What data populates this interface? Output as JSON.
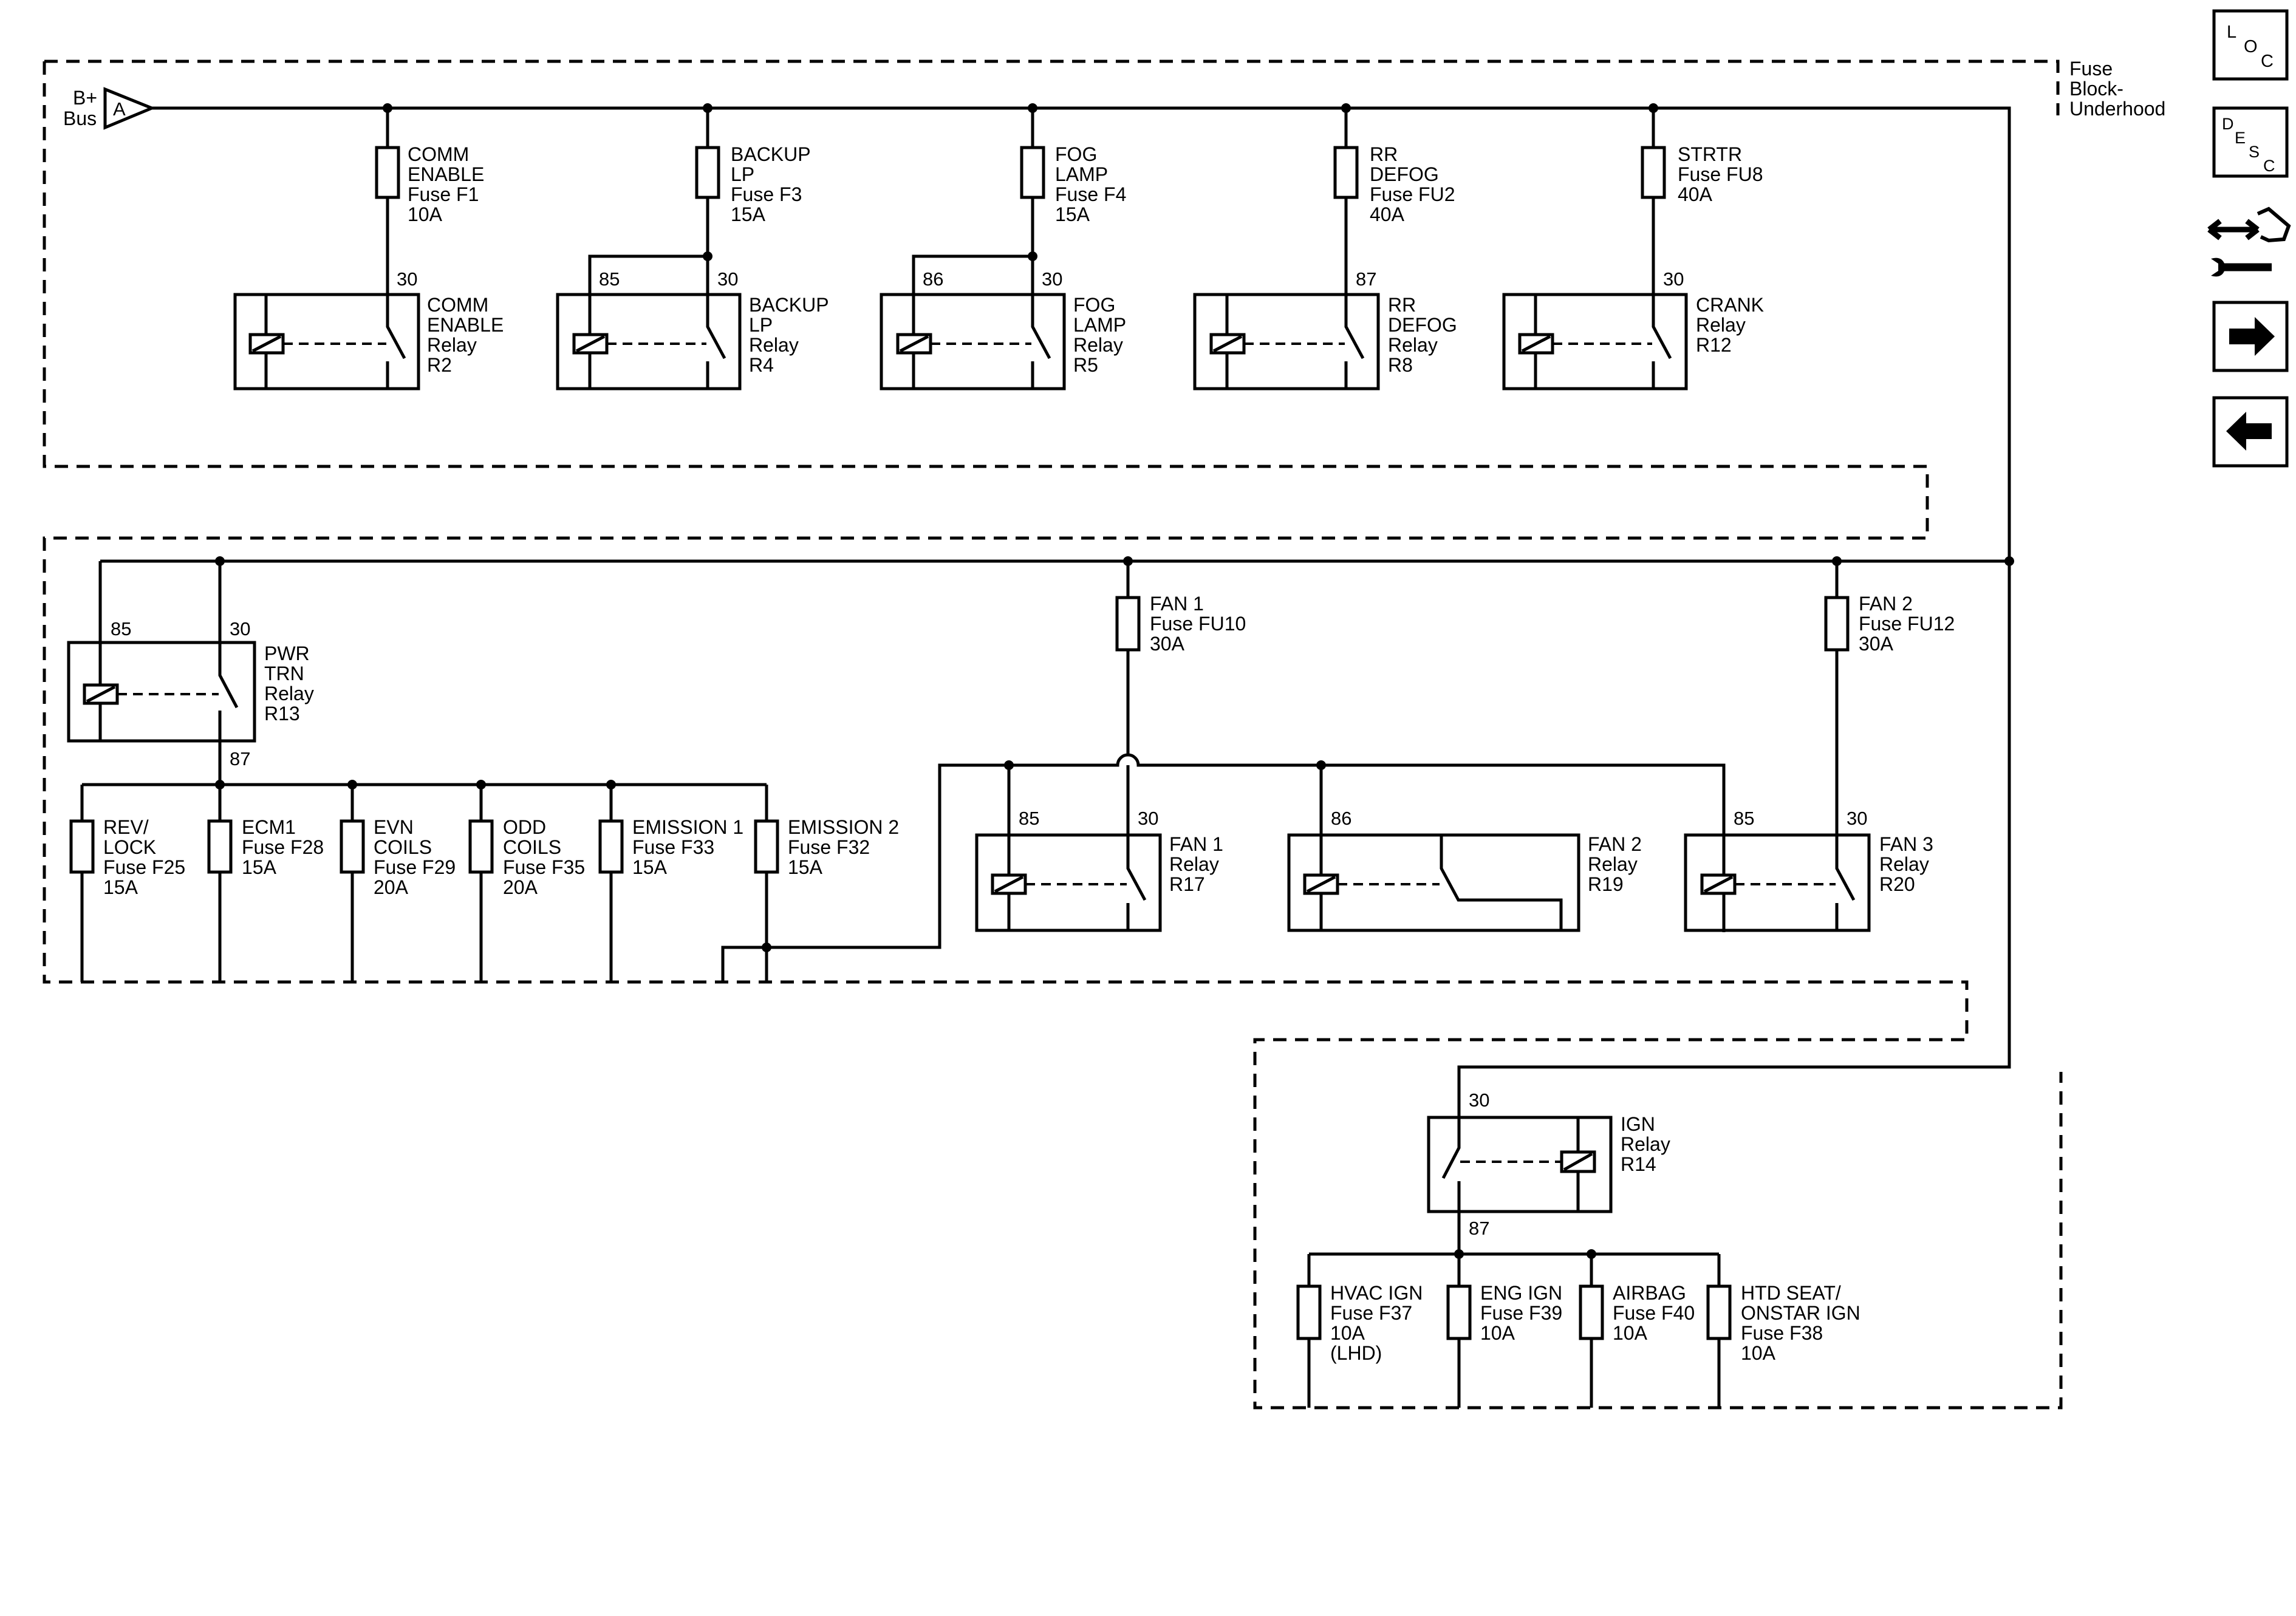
{
  "block_top_label": [
    "Fuse",
    "Block-",
    "Underhood"
  ],
  "bus": {
    "name": [
      "B+",
      "Bus"
    ],
    "connector": "A"
  },
  "top_fuses": [
    {
      "lines": [
        "COMM",
        "ENABLE",
        "Fuse F1",
        "10A"
      ]
    },
    {
      "lines": [
        "BACKUP",
        "LP",
        "Fuse F3",
        "15A"
      ]
    },
    {
      "lines": [
        "FOG",
        "LAMP",
        "Fuse F4",
        "15A"
      ]
    },
    {
      "lines": [
        "RR",
        "DEFOG",
        "Fuse FU2",
        "40A"
      ]
    },
    {
      "lines": [
        "STRTR",
        "Fuse FU8",
        "40A"
      ]
    }
  ],
  "top_relays": [
    {
      "lines": [
        "COMM",
        "ENABLE",
        "Relay",
        "R2"
      ],
      "pins": [
        "30"
      ]
    },
    {
      "lines": [
        "BACKUP",
        "LP",
        "Relay",
        "R4"
      ],
      "pins": [
        "85",
        "30"
      ]
    },
    {
      "lines": [
        "FOG",
        "LAMP",
        "Relay",
        "R5"
      ],
      "pins": [
        "86",
        "30"
      ]
    },
    {
      "lines": [
        "RR",
        "DEFOG",
        "Relay",
        "R8"
      ],
      "pins": [
        "87"
      ]
    },
    {
      "lines": [
        "CRANK",
        "Relay",
        "R12"
      ],
      "pins": [
        "30"
      ]
    }
  ],
  "pwr_trn": {
    "lines": [
      "PWR",
      "TRN",
      "Relay",
      "R13"
    ],
    "pins": [
      "85",
      "30",
      "87"
    ]
  },
  "mid_fuses": [
    {
      "lines": [
        "REV/",
        "LOCK",
        "Fuse F25",
        "15A"
      ]
    },
    {
      "lines": [
        "ECM1",
        "Fuse F28",
        "15A"
      ]
    },
    {
      "lines": [
        "EVN",
        "COILS",
        "Fuse F29",
        "20A"
      ]
    },
    {
      "lines": [
        "ODD",
        "COILS",
        "Fuse F35",
        "20A"
      ]
    },
    {
      "lines": [
        "EMISSION 1",
        "Fuse F33",
        "15A"
      ]
    },
    {
      "lines": [
        "EMISSION 2",
        "Fuse F32",
        "15A"
      ]
    }
  ],
  "fan_fuses": [
    {
      "lines": [
        "FAN 1",
        "Fuse FU10",
        "30A"
      ]
    },
    {
      "lines": [
        "FAN 2",
        "Fuse FU12",
        "30A"
      ]
    }
  ],
  "fan_relays": [
    {
      "lines": [
        "FAN 1",
        "Relay",
        "R17"
      ],
      "pins": [
        "85",
        "30"
      ]
    },
    {
      "lines": [
        "FAN 2",
        "Relay",
        "R19"
      ],
      "pins": [
        "86"
      ]
    },
    {
      "lines": [
        "FAN 3",
        "Relay",
        "R20"
      ],
      "pins": [
        "85",
        "30"
      ]
    }
  ],
  "ign_relay": {
    "lines": [
      "IGN",
      "Relay",
      "R14"
    ],
    "pins": [
      "30",
      "87"
    ]
  },
  "ign_fuses": [
    {
      "lines": [
        "HVAC IGN",
        "Fuse F37",
        "10A",
        "(LHD)"
      ]
    },
    {
      "lines": [
        "ENG IGN",
        "Fuse F39",
        "10A"
      ]
    },
    {
      "lines": [
        "AIRBAG",
        "Fuse F40",
        "10A"
      ]
    },
    {
      "lines": [
        "HTD SEAT/",
        "ONSTAR IGN",
        "Fuse F38",
        "10A"
      ]
    }
  ],
  "nav": {
    "loc": [
      "L",
      "O",
      "C"
    ],
    "desc": [
      "D",
      "E",
      "S",
      "C"
    ],
    "icons": [
      "connector-tool-icon",
      "next-arrow-icon",
      "back-arrow-icon"
    ]
  }
}
